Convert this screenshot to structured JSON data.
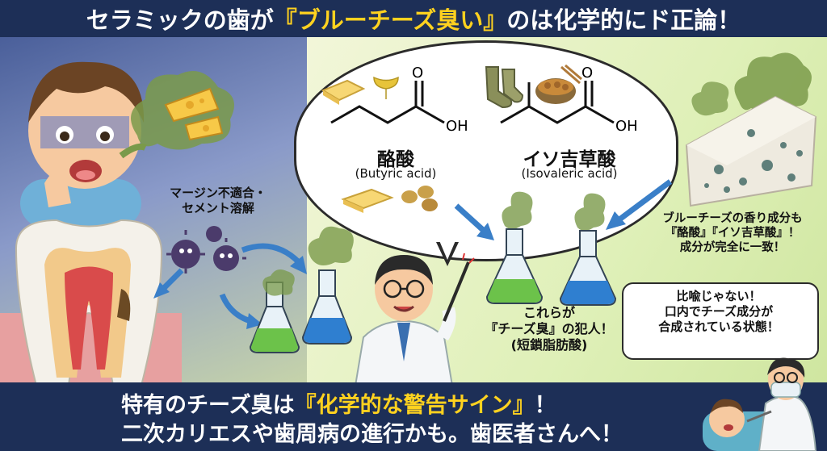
{
  "title": {
    "part1": "セラミックの歯が",
    "part2": "『ブルーチーズ臭い』",
    "part3": "のは化学的にド正論！"
  },
  "molecules": [
    {
      "name": "酪酸",
      "english": "(Butyric acid)",
      "group": "OH",
      "carbonyl": "O"
    },
    {
      "name": "イソ吉草酸",
      "english": "(Isovaleric acid)",
      "group": "OH",
      "carbonyl": "O"
    }
  ],
  "labels": {
    "margin_line1": "マージン不適合・",
    "margin_line2": "セメント溶解",
    "culprit_line1": "これらが",
    "culprit_line2": "『チーズ臭』の犯人！",
    "culprit_line3": "(短鎖脂肪酸)",
    "bluecheese_line1": "ブルーチーズの香り成分も",
    "bluecheese_line2": "『酪酸』『イソ吉草酸』！",
    "bluecheese_line3": "成分が完全に一致！",
    "callout_line1": "比喩じゃない！",
    "callout_line2": "口内でチーズ成分が",
    "callout_line3": "合成されている状態！"
  },
  "bottom": {
    "line1_a": "特有のチーズ臭は",
    "line1_b": "『化学的な警告サイン』",
    "line1_c": "！",
    "line2": "二次カリエスや歯周病の進行かも。歯医者さんへ！"
  },
  "colors": {
    "navy": "#1d2f57",
    "yellow": "#ffd21f",
    "green_liquid": "#6cc24a",
    "blue_liquid": "#2f7fd0",
    "smell_green": "#7a9a4a",
    "bacteria": "#4b3b6b"
  },
  "icons": [
    "cheese-icon",
    "flask-icon",
    "bacteria-icon",
    "scientist-icon",
    "tooth-icon",
    "boy-icon",
    "dentist-icon",
    "blue-cheese-icon",
    "sock-icon",
    "natto-icon",
    "butter-icon",
    "ginkgo-icon"
  ]
}
